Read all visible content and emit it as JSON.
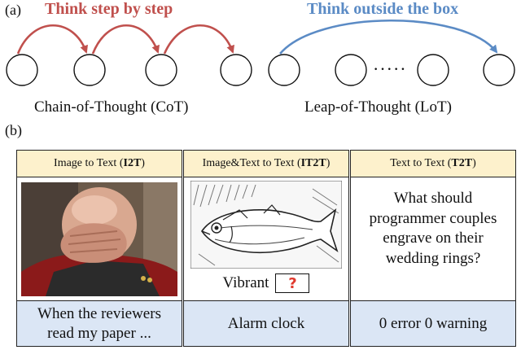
{
  "panel_a": {
    "label": "(a)",
    "cot": {
      "title": "Think step by step",
      "caption": "Chain-of-Thought (CoT)"
    },
    "lot": {
      "title": "Think outside the box",
      "caption": "Leap-of-Thought (LoT)",
      "dots": "·····"
    },
    "colors": {
      "red": "#c0504d",
      "blue": "#5b8bc5"
    }
  },
  "panel_b": {
    "label": "(b)",
    "cards": [
      {
        "header_prefix": "Image to Text (",
        "header_bold": "I2T",
        "header_suffix": ")",
        "footer": "When the reviewers read my paper ...",
        "body_image": "facepalm-person"
      },
      {
        "header_prefix": "Image&Text to Text (",
        "header_bold": "IT2T",
        "header_suffix": ")",
        "body_text": "Vibrant",
        "body_mark": "?",
        "footer": "Alarm clock",
        "body_image": "fish-sketch"
      },
      {
        "header_prefix": "Text to Text (",
        "header_bold": "T2T",
        "header_suffix": ")",
        "body_text": "What should programmer couples engrave on their wedding rings?",
        "footer": "0 error 0 warning"
      }
    ],
    "colors": {
      "header": "#fdf1cc",
      "footer": "#dbe6f5",
      "mark": "#e03a2e"
    }
  }
}
